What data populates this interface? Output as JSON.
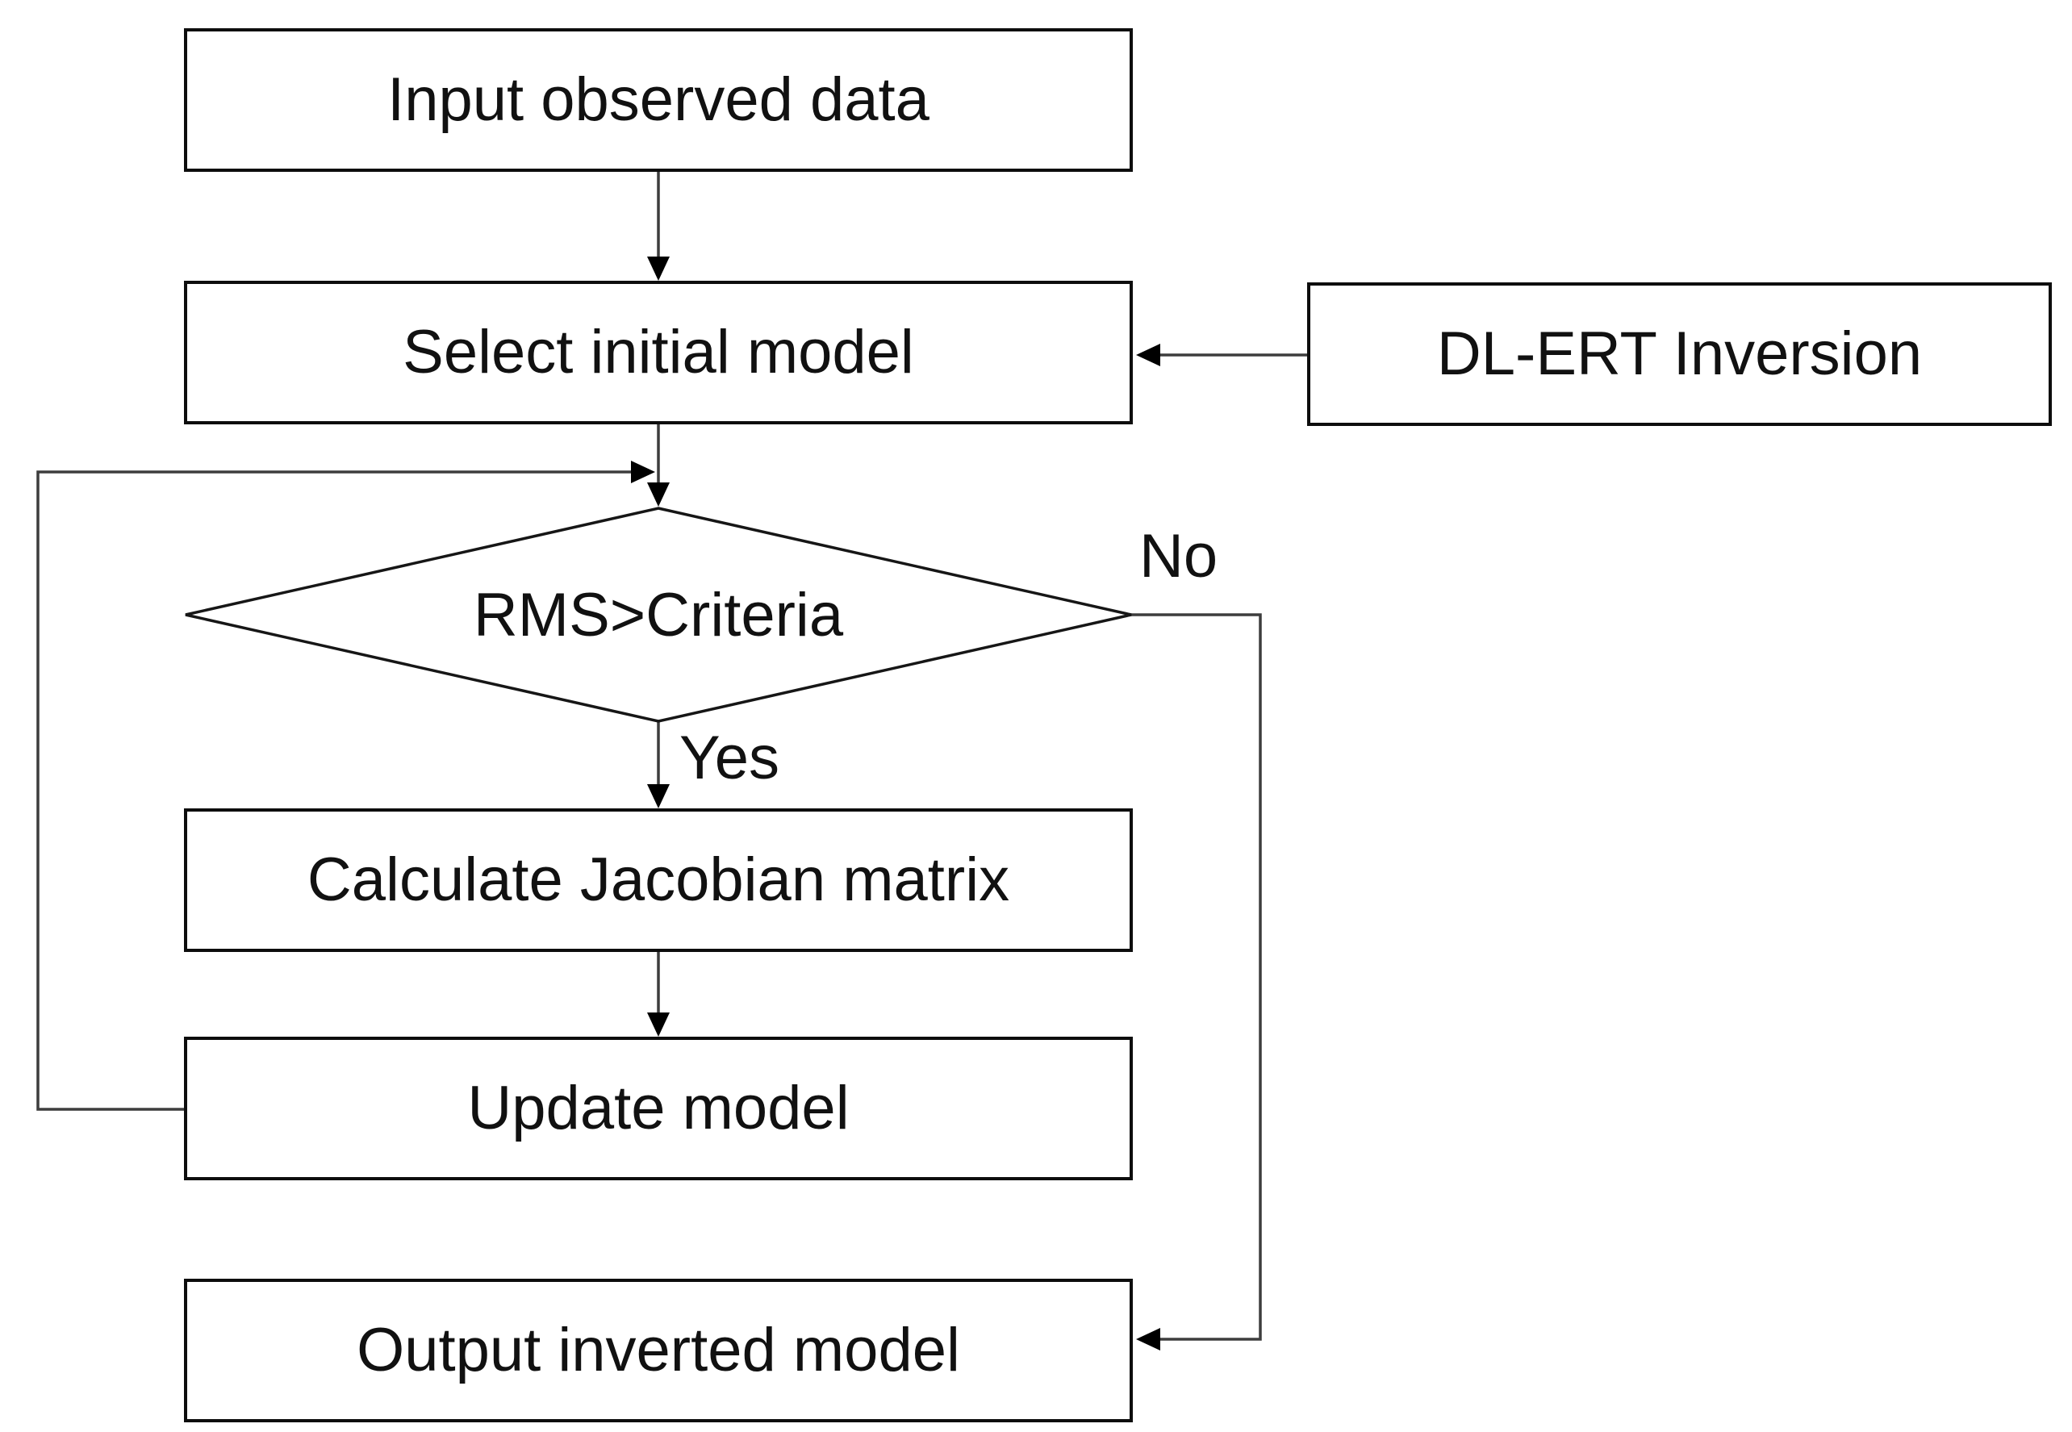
{
  "nodes": {
    "input": {
      "label": "Input observed data",
      "type": "process"
    },
    "select": {
      "label": "Select initial model",
      "type": "process"
    },
    "dlert": {
      "label": "DL-ERT Inversion",
      "type": "process"
    },
    "decision": {
      "label": "RMS>Criteria",
      "type": "decision"
    },
    "calc": {
      "label": "Calculate Jacobian matrix",
      "type": "process"
    },
    "update": {
      "label": "Update model",
      "type": "process"
    },
    "output": {
      "label": "Output inverted model",
      "type": "process"
    }
  },
  "edge_labels": {
    "yes": "Yes",
    "no": "No"
  },
  "colors": {
    "background": "#ffffff",
    "node_fill": "#ffffff",
    "node_border": "#0d0d0d",
    "line": "#3d3d3d",
    "arrowhead": "#000000",
    "text": "#111111"
  }
}
